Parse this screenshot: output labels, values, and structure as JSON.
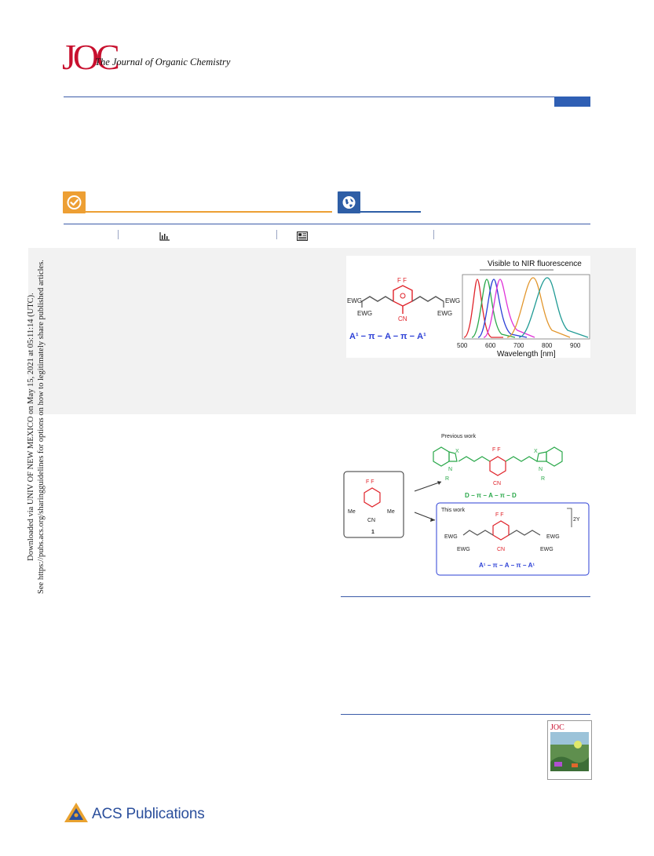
{
  "header": {
    "journal_mark": "JOC",
    "journal_name": "The Journal of Organic Chemistry"
  },
  "sidebar_download": {
    "line1": "Downloaded via UNIV OF NEW MEXICO on May 15, 2021 at 05:11:14 (UTC).",
    "line2": "See https://pubs.acs.org/sharingguidelines for options on how to legitimately share published articles."
  },
  "toc_graphic": {
    "title": "Visible to NIR fluorescence",
    "x_axis_label": "Wavelength [nm]",
    "x_ticks": [
      "500",
      "600",
      "700",
      "800",
      "900"
    ],
    "formula_left": "EWG",
    "formula_left2": "EWG",
    "formula_right": "EWG",
    "formula_right2": "EWG",
    "cn": "CN",
    "bf2": "F F",
    "acceptor_row": "A¹ − π − A − π − A¹",
    "colors": {
      "red": "#e0232a",
      "green": "#2aa84a",
      "blue": "#2b3fd6",
      "magenta": "#e033d8",
      "orange": "#e2962c",
      "teal": "#1f9a94"
    }
  },
  "scheme": {
    "previous_work": "Previous work",
    "this_work": "This work",
    "compound_number": "1",
    "me_left": "Me",
    "me_right": "Me",
    "cn": "CN",
    "donor_row": "D − π − A − π − D",
    "acceptor_row": "A¹ − π − A − π − A¹",
    "counter_ion": "2Y",
    "ewg": "EWG",
    "x_label": "X",
    "n_label": "N",
    "r_label": "R"
  },
  "footer": {
    "publisher": "ACS Publications"
  }
}
